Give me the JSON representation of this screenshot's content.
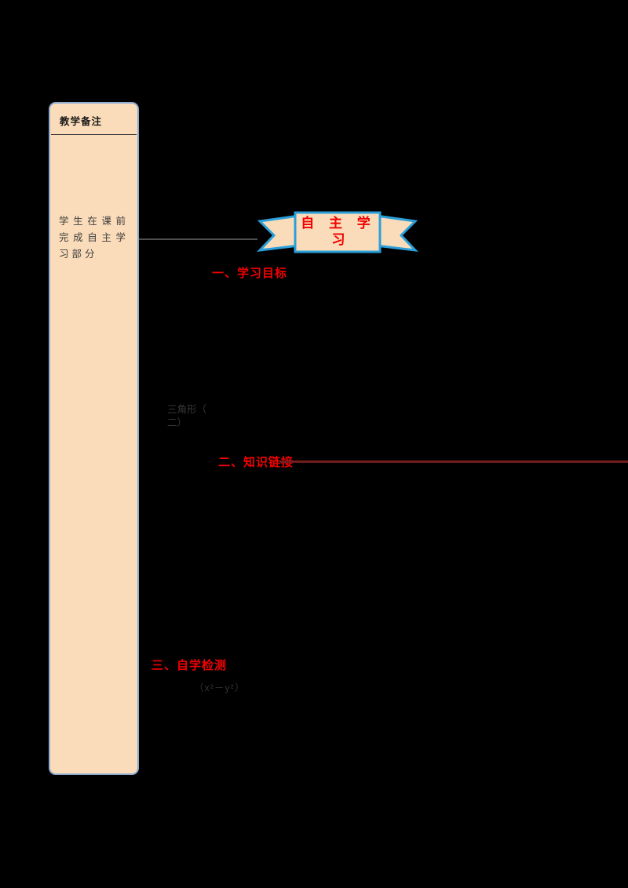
{
  "page": {
    "background": "#000000"
  },
  "colors": {
    "peach_fill": "#FBDCBA",
    "sidebar_border": "#8EA9D0",
    "ribbon_blue": "#2B9FD9",
    "heading_red": "#F20000",
    "divider_maroon": "#721C1C"
  },
  "sidebar": {
    "title": "教学备注",
    "note": "学生在课前完成自主学习部分"
  },
  "ribbon": {
    "line1": "自 主 学",
    "line2": "习"
  },
  "headings": {
    "h1": "一、学习目标",
    "h2": "二、知识链接",
    "h3": "三、自学检测"
  },
  "notes": {
    "mid_line1": "三角形（",
    "mid_line2": "二）",
    "bottom": "（x²－y²）"
  }
}
